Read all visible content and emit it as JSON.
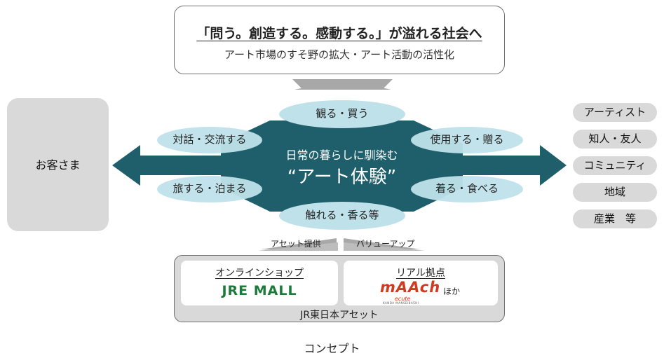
{
  "goal": {
    "title": "「問う。創造する。感動する。」が溢れる社会へ",
    "subtitle": "アート市場のすそ野の拡大・アート活動の活性化"
  },
  "left_panel": {
    "label": "お客さま"
  },
  "right_pills": [
    "アーティスト",
    "知人・友人",
    "コミュニティ",
    "地域",
    "産業　等"
  ],
  "center": {
    "line1": "日常の暮らしに馴染む",
    "line2": "“アート体験”"
  },
  "experiences": {
    "top": "観る・買う",
    "left_top": "対話・交流する",
    "right_top": "使用する・贈る",
    "left_bottom": "旅する・泊まる",
    "right_bottom": "着る・食べる",
    "bottom": "触れる・香る等"
  },
  "flows": {
    "left": "アセット提供",
    "right": "バリューアップ"
  },
  "assets": {
    "online": {
      "title": "オンラインショップ",
      "brand": "JRE MALL"
    },
    "real": {
      "title": "リアル拠点",
      "brand": "mAAch",
      "brand_sub": "ecute",
      "brand_tag": "KANDA MANSEIBASHI",
      "suffix": "ほか"
    },
    "owner": "JR東日本アセット"
  },
  "caption": "コンセプト",
  "colors": {
    "teal": "#1e5f6b",
    "oval": "#bfe1ea",
    "panel": "#d9d9d9",
    "jre": "#1c7a3a",
    "maach": "#d23a1f"
  }
}
